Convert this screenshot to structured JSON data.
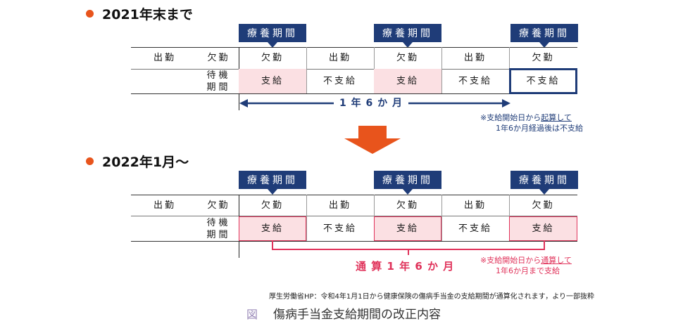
{
  "section1": {
    "heading": "2021年末まで",
    "period_label": "療養期間",
    "row1": [
      "出勤",
      "欠勤",
      "欠勤",
      "出勤",
      "欠勤",
      "出勤",
      "欠勤"
    ],
    "row2": [
      "",
      "待機\n期間",
      "支給",
      "不支給",
      "支給",
      "不支給",
      "不支給"
    ],
    "span_label": "1 年 6 か 月",
    "note_line1_prefix": "※支給開始日から",
    "note_line1_emph": "起算して",
    "note_line2": "1年6か月経過後は不支給"
  },
  "section2": {
    "heading": "2022年1月～",
    "period_label": "療養期間",
    "row1": [
      "出勤",
      "欠勤",
      "欠勤",
      "出勤",
      "欠勤",
      "出勤",
      "欠勤"
    ],
    "row2": [
      "",
      "待機\n期間",
      "支給",
      "不支給",
      "支給",
      "不支給",
      "支給"
    ],
    "span_label": "通 算 1 年 6 か 月",
    "note_line1_prefix": "※支給開始日から",
    "note_line1_emph": "通算して",
    "note_line2": "1年6か月まで支給"
  },
  "source": "厚生労働省HP：令和4年1月1日から健康保険の傷病手当金の支給期間が通算化されます，より一部抜粋",
  "caption": {
    "label": "図",
    "title": "傷病手当金支給期間の改正内容"
  },
  "colors": {
    "navy": "#1f3c78",
    "pink_fill": "#fbe0e3",
    "red": "#e0325a",
    "orange": "#e8541c"
  }
}
